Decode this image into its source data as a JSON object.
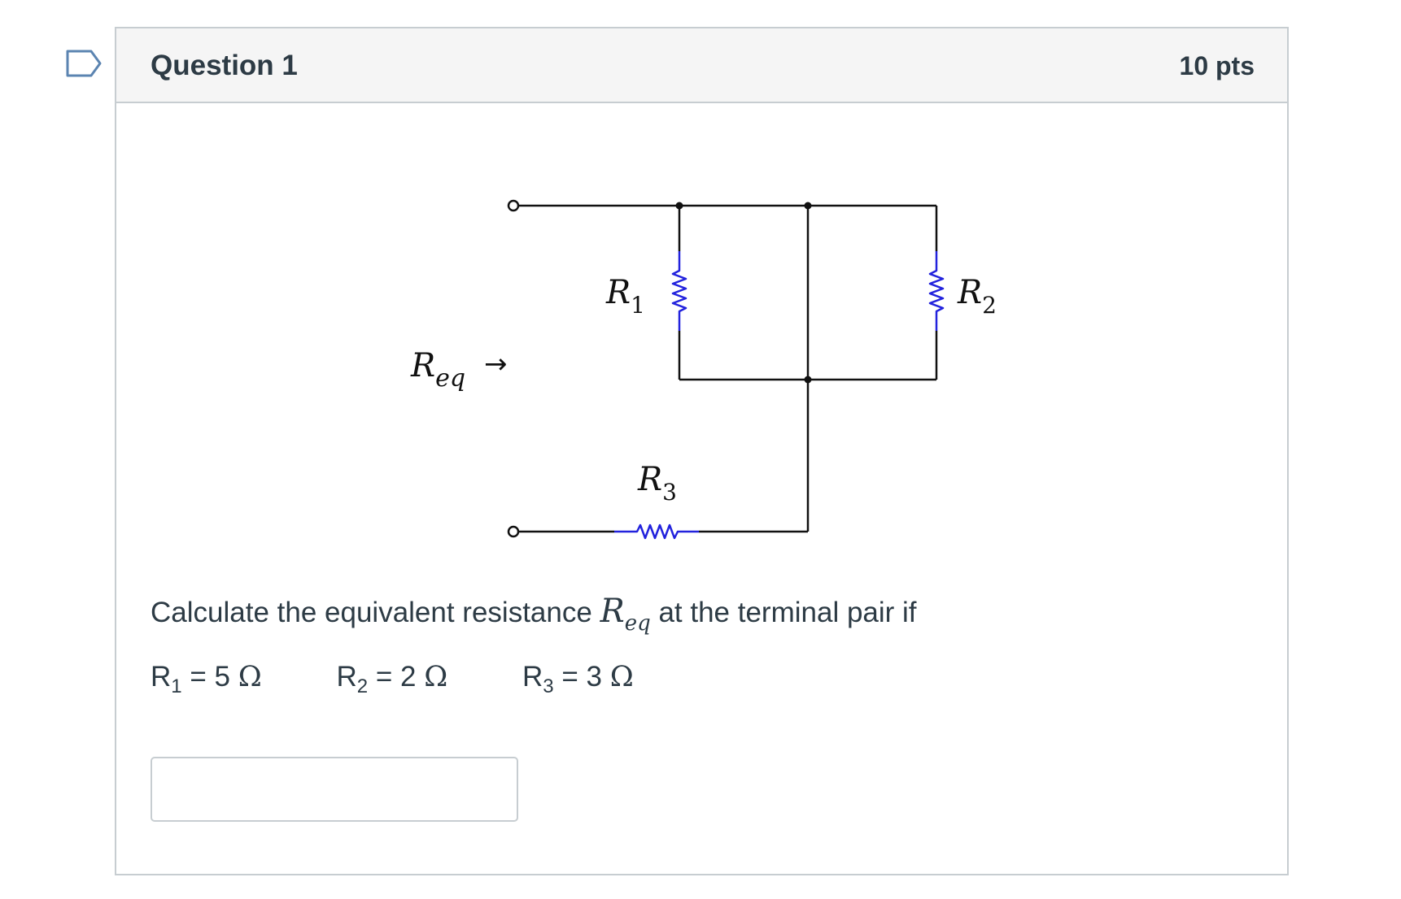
{
  "question": {
    "title": "Question 1",
    "points": "10 pts"
  },
  "circuit": {
    "req_label": "R",
    "req_sub": "eq",
    "arrow": "→",
    "r1_label": "R",
    "r1_sub": "1",
    "r2_label": "R",
    "r2_sub": "2",
    "r3_label": "R",
    "r3_sub": "3"
  },
  "prompt": {
    "text_before": "Calculate the equivalent resistance ",
    "req_main": "R",
    "req_sub": "eq",
    "text_after": " at the terminal pair if"
  },
  "values": [
    {
      "label": "R",
      "sub": "1",
      "eq": " = 5 ",
      "unit": "Ω"
    },
    {
      "label": "R",
      "sub": "2",
      "eq": " = 2 ",
      "unit": "Ω"
    },
    {
      "label": "R",
      "sub": "3",
      "eq": " = 3 ",
      "unit": "Ω"
    }
  ],
  "answer": {
    "value": "",
    "placeholder": ""
  },
  "colors": {
    "wire": "#111111",
    "resistor": "#2222dd",
    "bookmark": "#5b84b1"
  }
}
